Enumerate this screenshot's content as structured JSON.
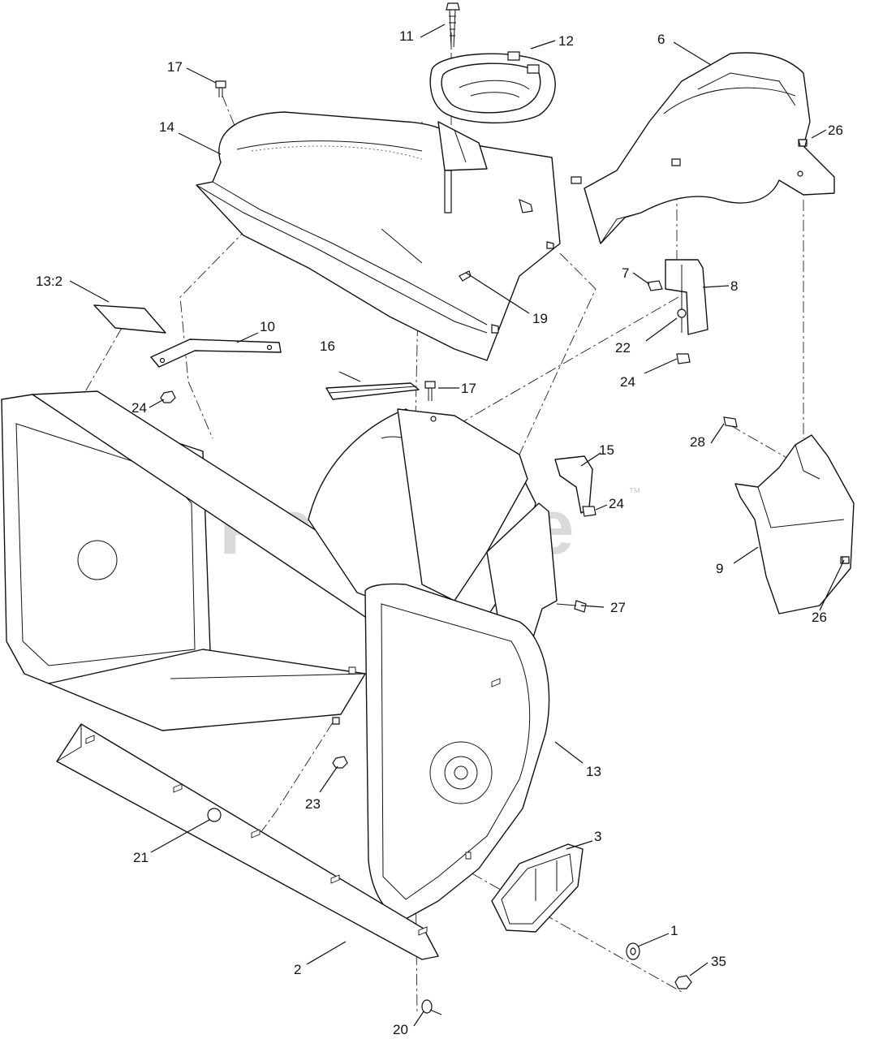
{
  "watermark": {
    "text": "PartsTree",
    "mark": "™"
  },
  "callouts": {
    "c1": "1",
    "c2": "2",
    "c3": "3",
    "c6": "6",
    "c7": "7",
    "c8": "8",
    "c9": "9",
    "c10": "10",
    "c11": "11",
    "c12": "12",
    "c13": "13",
    "c13_2": "13:2",
    "c14": "14",
    "c15": "15",
    "c16": "16",
    "c17a": "17",
    "c17b": "17",
    "c19": "19",
    "c20": "20",
    "c21": "21",
    "c22": "22",
    "c23": "23",
    "c24a": "24",
    "c24b": "24",
    "c24c": "24",
    "c26a": "26",
    "c26b": "26",
    "c27": "27",
    "c28": "28",
    "c35": "35"
  }
}
